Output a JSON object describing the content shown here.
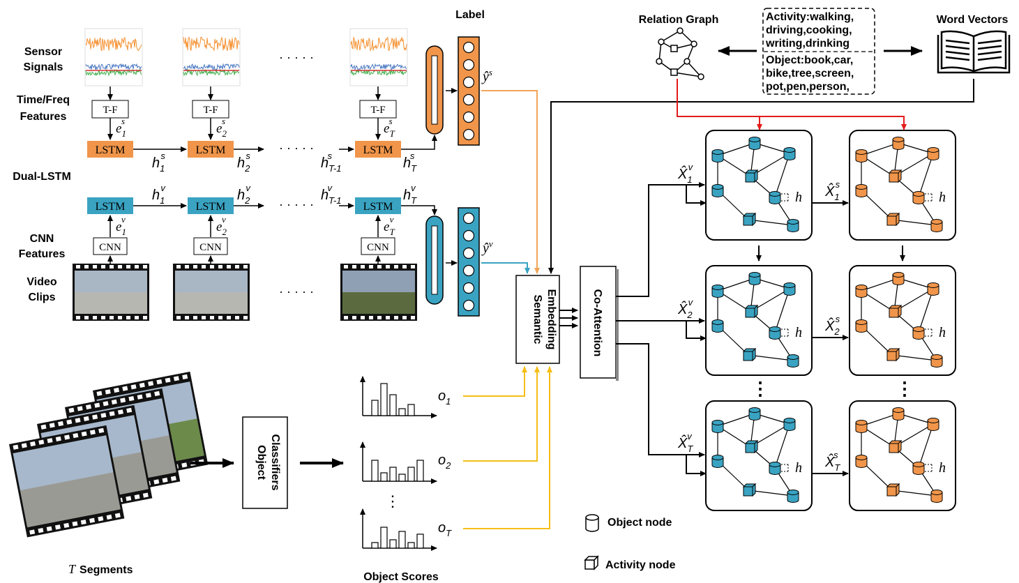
{
  "colors": {
    "sensor": "#f0954a",
    "video": "#3aa3c2",
    "red": "#e31b1b",
    "yellow": "#f6bd16",
    "orange_arrow": "#f3a45a",
    "blue_arrow": "#3aa3c2",
    "sig_orange": "#f5902f",
    "sig_blue": "#4a78c2",
    "sig_green": "#3fae4a",
    "sig_red": "#d23030",
    "graph_frame": "#000000"
  },
  "labels": {
    "sensor_signals": [
      "Sensor",
      "Signals"
    ],
    "time_freq": [
      "Time/Freq",
      "Features"
    ],
    "dual_lstm": "Dual-LSTM",
    "cnn_features": [
      "CNN",
      "Features"
    ],
    "video_clips": [
      "Video",
      "Clips"
    ],
    "label": "Label",
    "t_segments_T": "T",
    "t_segments_text": "Segments",
    "object_scores": "Object Scores",
    "object_classifiers": [
      "Object",
      "Classifiers"
    ],
    "semantic_embedding": [
      "Semantic",
      "Embedding"
    ],
    "co_attention": "Co-Attention",
    "relation_graph": "Relation Graph",
    "word_vectors": "Word Vectors",
    "object_node": "Object node",
    "activity_node": "Activity node",
    "dots": "· · · · ·",
    "vdots": "⋮"
  },
  "boxes": {
    "tf": "T-F",
    "lstm": "LSTM",
    "cnn": "CNN"
  },
  "math": {
    "e": "e",
    "h": "h",
    "s": "s",
    "v": "v",
    "one": "1",
    "two": "2",
    "T": "T",
    "Tm1": "T-1",
    "yhat": "ŷ",
    "o": "o",
    "Xhat": "X̂",
    "h_graph": "h"
  },
  "vocab": {
    "lines": [
      "Activity:walking,",
      "driving,cooking,",
      "writing,drinking",
      "Object:book,car,",
      "bike,tree,screen,",
      "pot,pen,person,"
    ]
  }
}
